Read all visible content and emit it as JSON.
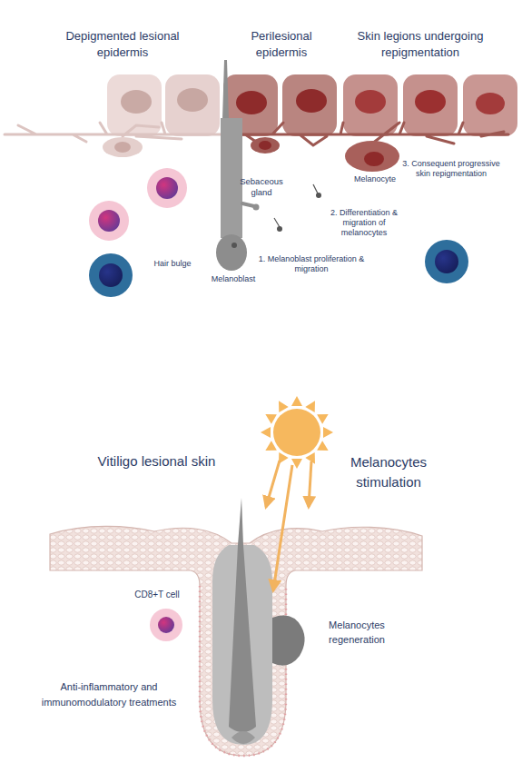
{
  "diagram": {
    "labels": [
      "Depigmented lesional epidermis",
      "Perilesional epidermis",
      "Skin legions undergoing repigmentation",
      "Sebaceous gland",
      "Melanocyte",
      "3. Consequent progressive skin repigmentation",
      "2. Differentiation & migration of melanocytes",
      "Hair bulge",
      "1. Melanoblast proliferation & migration",
      "Melanoblast",
      "Vitiligo lesional skin",
      "Melanocytes stimulation",
      "CD8+T cell",
      "Melanocytes regeneration",
      "Anti-inflammatory and immunomodulatory treatments"
    ]
  }
}
